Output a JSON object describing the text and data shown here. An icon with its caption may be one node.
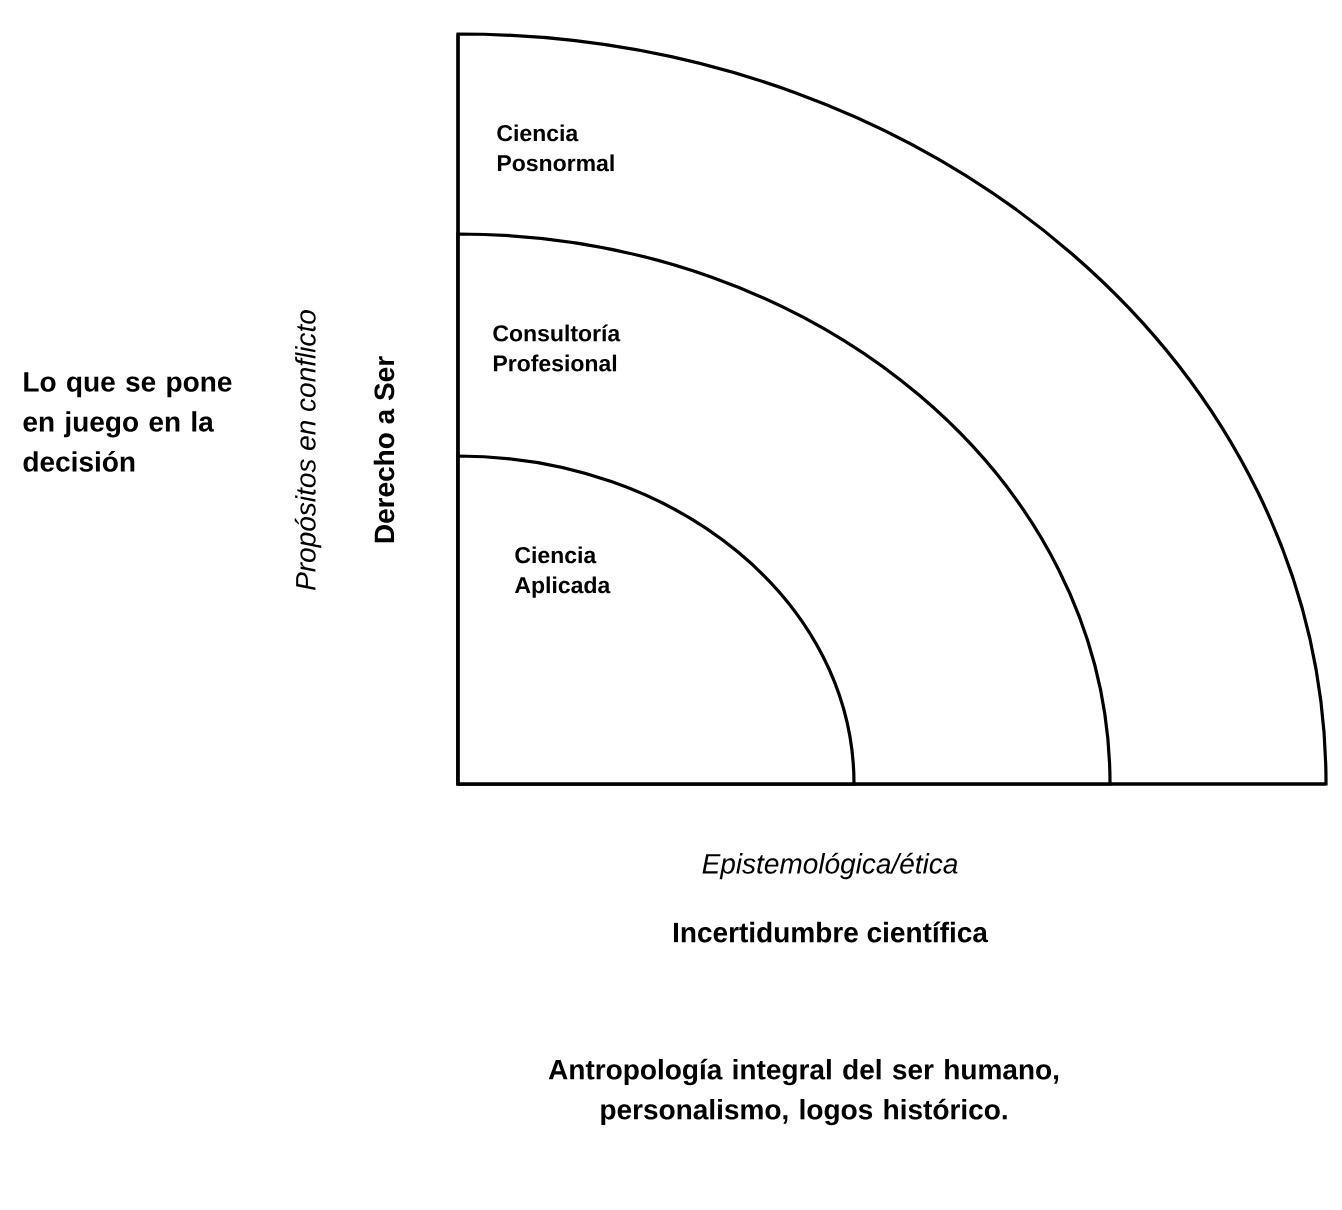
{
  "diagram": {
    "nodes": [
      {
        "text": [
          "Ciencia Posnormal"
        ]
      },
      {
        "text": [
          "Consultoría Profesional"
        ],
        "in": 0
      },
      {
        "text": [
          "Ciencia Aplicada"
        ],
        "in": 1
      }
    ],
    "labels": [
      "Lo que se pone en juego en la decisión",
      "Propósitos en conflicto",
      "Derecho a Ser",
      "Epistemológica/ética",
      "Incertidumbre científica",
      "Antropología integral del ser humano, personalismo, logos histórico."
    ]
  }
}
